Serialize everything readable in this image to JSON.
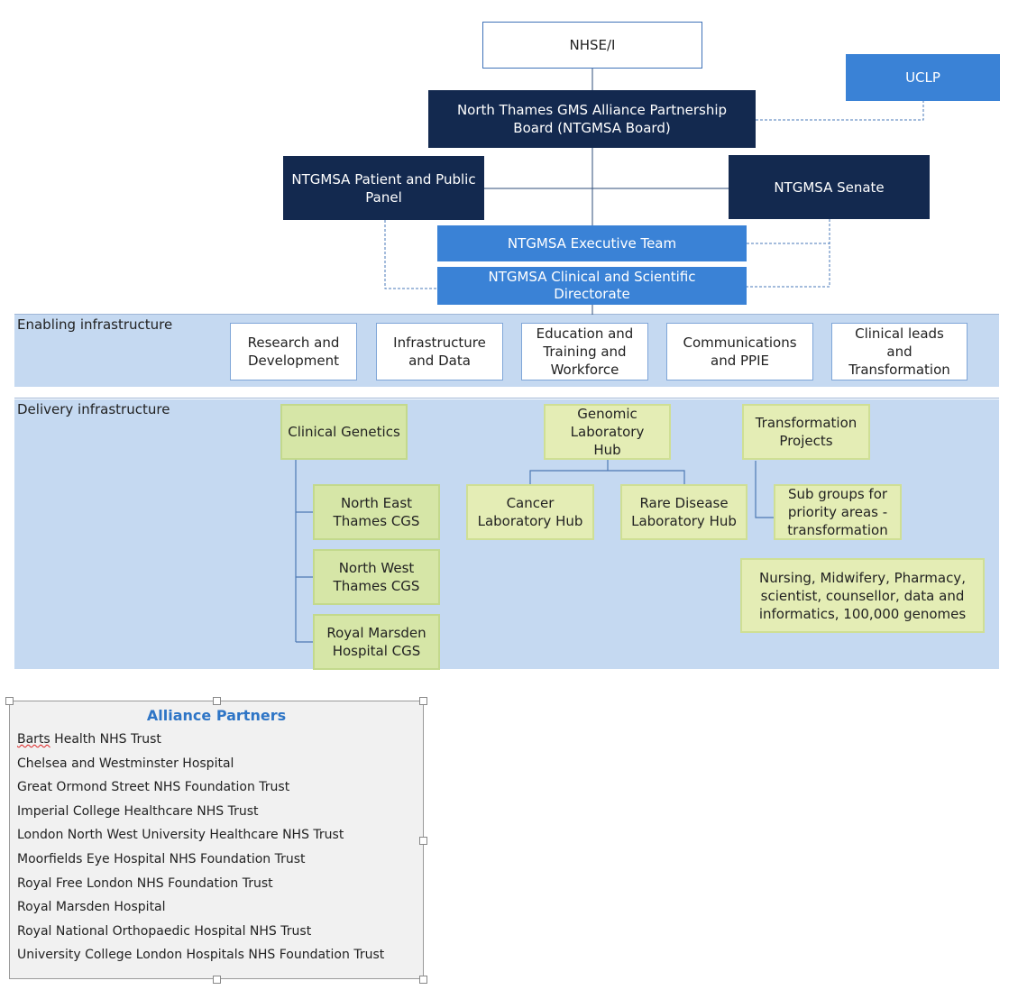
{
  "top": {
    "nhse": "NHSE/I",
    "uclp": "UCLP",
    "board": "North Thames GMS Alliance Partnership Board (NTGMSA Board)",
    "patient_panel": "NTGMSA Patient and Public Panel",
    "senate": "NTGMSA Senate",
    "exec_team": "NTGMSA Executive Team",
    "clinical_directorate": "NTGMSA Clinical and Scientific Directorate"
  },
  "enabling": {
    "label": "Enabling infrastructure",
    "items": [
      "Research and Development",
      "Infrastructure and Data",
      "Education and Training and Workforce",
      "Communications and PPIE",
      "Clinical leads and Transformation"
    ]
  },
  "delivery": {
    "label": "Delivery infrastructure",
    "clinical_genetics": "Clinical Genetics",
    "cgs": [
      "North East Thames CGS",
      "North West Thames CGS",
      "Royal Marsden Hospital CGS"
    ],
    "glh": "Genomic Laboratory Hub",
    "cancer_lab": "Cancer Laboratory Hub",
    "rare_lab": "Rare Disease Laboratory Hub",
    "transformation": "Transformation Projects",
    "subgroups": "Sub groups for priority areas - transformation",
    "nursing": "Nursing, Midwifery, Pharmacy, scientist, counsellor, data and informatics, 100,000 genomes"
  },
  "partners": {
    "title": "Alliance Partners",
    "first_word": "Barts",
    "first_rest": " Health NHS Trust",
    "items": [
      "Chelsea and Westminster Hospital",
      "Great Ormond Street NHS Foundation Trust",
      "Imperial College Healthcare NHS Trust",
      "London North West University Healthcare NHS Trust",
      "Moorfields Eye Hospital NHS Foundation Trust",
      "Royal Free London NHS Foundation Trust",
      "Royal Marsden Hospital",
      "Royal National Orthopaedic Hospital NHS Trust",
      "University College London Hospitals NHS Foundation Trust"
    ]
  }
}
